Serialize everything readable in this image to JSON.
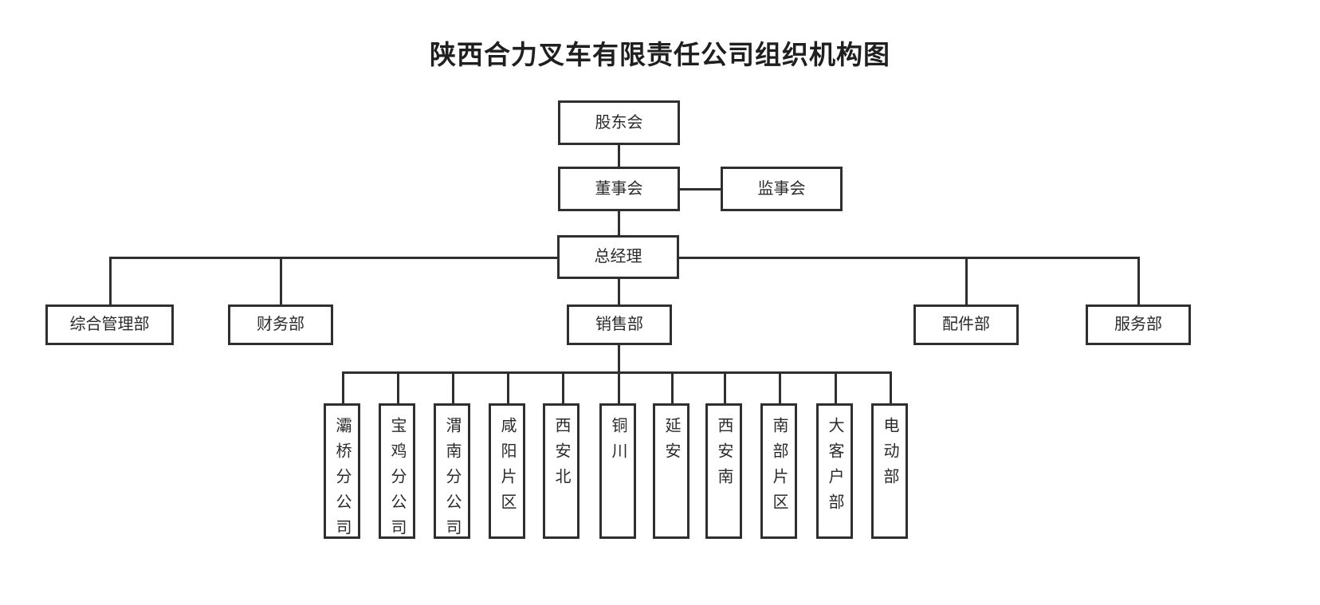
{
  "title": "陕西合力叉车有限责任公司组织机构图",
  "colors": {
    "line": "#2f2f2f",
    "box_border": "#2f2f2f",
    "box_fill": "#ffffff",
    "text": "#2b2b2b",
    "title_text": "#1f1f1f",
    "background": "#ffffff"
  },
  "chart_data": {
    "type": "diagram",
    "diagram_type": "organization-chart",
    "title": "陕西合力叉车有限责任公司组织机构图",
    "orientation": "top-down",
    "levels": [
      {
        "level": 1,
        "nodes": [
          "股东会"
        ]
      },
      {
        "level": 2,
        "nodes": [
          "董事会",
          "监事会"
        ]
      },
      {
        "level": 3,
        "nodes": [
          "总经理"
        ]
      },
      {
        "level": 4,
        "nodes": [
          "综合管理部",
          "财务部",
          "销售部",
          "配件部",
          "服务部"
        ]
      },
      {
        "level": 5,
        "nodes": [
          "灞桥分公司",
          "宝鸡分公司",
          "渭南分公司",
          "咸阳片区",
          "西安北",
          "铜川",
          "延安",
          "西安南",
          "南部片区",
          "大客户部",
          "电动部"
        ]
      }
    ],
    "edges": [
      {
        "from": "股东会",
        "to": "董事会"
      },
      {
        "from": "董事会",
        "to": "监事会",
        "style": "horizontal-peer"
      },
      {
        "from": "董事会",
        "to": "总经理"
      },
      {
        "from": "总经理",
        "to": "综合管理部"
      },
      {
        "from": "总经理",
        "to": "财务部"
      },
      {
        "from": "总经理",
        "to": "销售部"
      },
      {
        "from": "总经理",
        "to": "配件部"
      },
      {
        "from": "总经理",
        "to": "服务部"
      },
      {
        "from": "销售部",
        "to": "灞桥分公司"
      },
      {
        "from": "销售部",
        "to": "宝鸡分公司"
      },
      {
        "from": "销售部",
        "to": "渭南分公司"
      },
      {
        "from": "销售部",
        "to": "咸阳片区"
      },
      {
        "from": "销售部",
        "to": "西安北"
      },
      {
        "from": "销售部",
        "to": "铜川"
      },
      {
        "from": "销售部",
        "to": "延安"
      },
      {
        "from": "销售部",
        "to": "西安南"
      },
      {
        "from": "销售部",
        "to": "南部片区"
      },
      {
        "from": "销售部",
        "to": "大客户部"
      },
      {
        "from": "销售部",
        "to": "电动部"
      }
    ]
  },
  "nodes": {
    "shareholders": "股东会",
    "board_of_directors": "董事会",
    "board_of_supervisors": "监事会",
    "general_manager": "总经理",
    "dept_admin": "综合管理部",
    "dept_finance": "财务部",
    "dept_sales": "销售部",
    "dept_parts": "配件部",
    "dept_service": "服务部"
  },
  "sales_branches": [
    {
      "key": "baqiao",
      "label": "灞桥分公司"
    },
    {
      "key": "baoji",
      "label": "宝鸡分公司"
    },
    {
      "key": "weinan",
      "label": "渭南分公司"
    },
    {
      "key": "xianyang",
      "label": "咸阳片区"
    },
    {
      "key": "xian-north",
      "label": "西安北"
    },
    {
      "key": "tongchuan",
      "label": "铜川"
    },
    {
      "key": "yanan",
      "label": "延安"
    },
    {
      "key": "xian-south",
      "label": "西安南"
    },
    {
      "key": "southern-area",
      "label": "南部片区"
    },
    {
      "key": "key-accounts",
      "label": "大客户部"
    },
    {
      "key": "electric",
      "label": "电动部"
    }
  ]
}
